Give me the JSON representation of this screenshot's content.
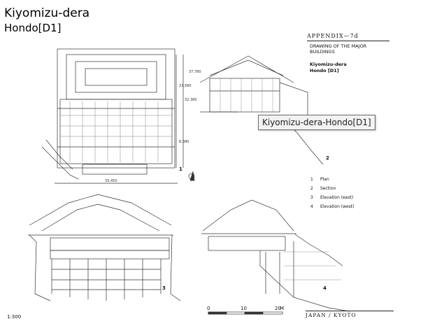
{
  "header": {
    "line1": "Kiyomizu-dera",
    "line2": "Hondo[D1]"
  },
  "appendix": {
    "label": "APPENDIX—7d",
    "subtitle": "DRAWING OF THE MAJOR BUILDINGS",
    "name_line1": "Kiyomizu-dera",
    "name_line2": "Hondo [D1]"
  },
  "legend": [
    {
      "num": "1",
      "label": "Plan"
    },
    {
      "num": "2",
      "label": "Section"
    },
    {
      "num": "3",
      "label": "Elevation  (east)"
    },
    {
      "num": "4",
      "label": "Elevation  (west)"
    }
  ],
  "figure_numbers": [
    "1",
    "2",
    "3",
    "4"
  ],
  "dimensions": {
    "width": "33,450",
    "d1": "23,580",
    "d2": "32,380",
    "d3": "37,780",
    "d4": "8,380"
  },
  "scale": {
    "ratio": "1:300",
    "ticks": [
      "0",
      "10",
      "20"
    ],
    "unit": "M"
  },
  "footer": "JAPAN / KYOTO",
  "tooltip": "Kiyomizu-dera-Hondo[D1]"
}
